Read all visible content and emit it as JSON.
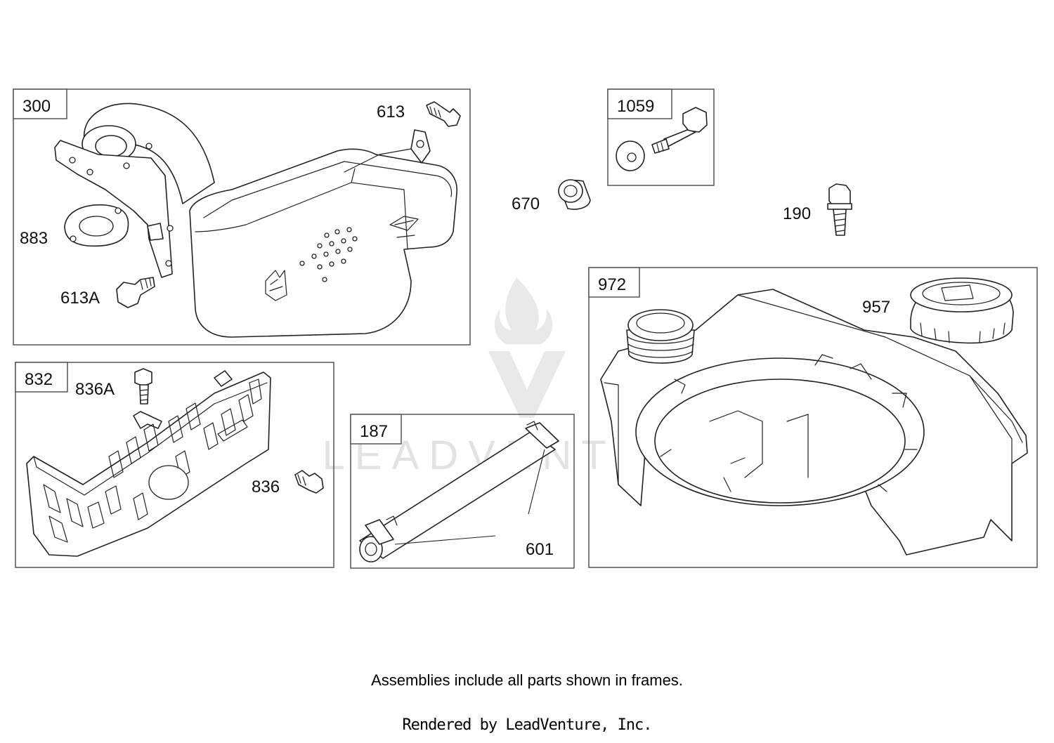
{
  "frames": [
    {
      "id": "300"
    },
    {
      "id": "1059"
    },
    {
      "id": "972"
    },
    {
      "id": "832"
    },
    {
      "id": "187"
    }
  ],
  "labels": {
    "l300": "300",
    "l613": "613",
    "l883": "883",
    "l613a": "613A",
    "l1059": "1059",
    "l670": "670",
    "l190": "190",
    "l972": "972",
    "l957": "957",
    "l832": "832",
    "l836a": "836A",
    "l836": "836",
    "l187": "187",
    "l601": "601"
  },
  "watermark": {
    "text": "LEADVENTURE"
  },
  "footer": {
    "assembly_note": "Assemblies include all parts shown in frames.",
    "rendered_by": "Rendered by LeadVenture, Inc."
  }
}
